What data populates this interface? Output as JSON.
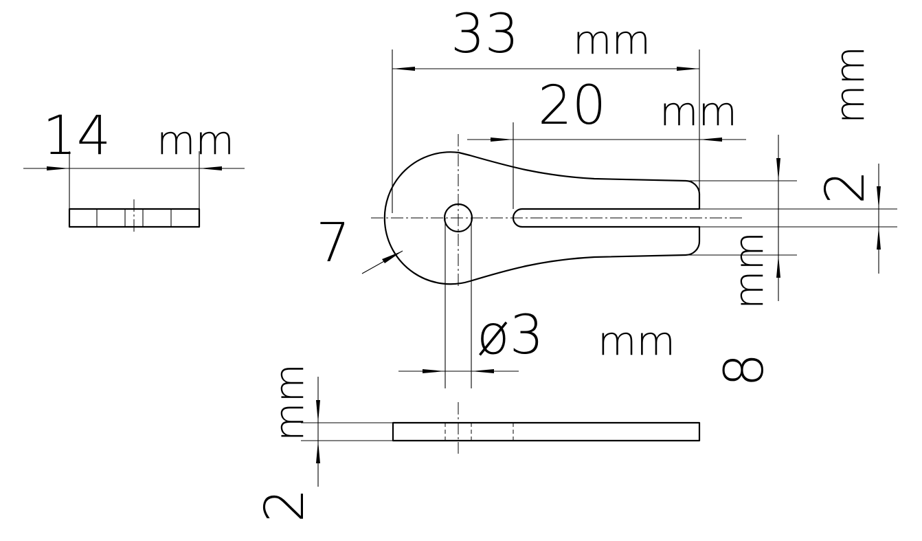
{
  "dimensions": {
    "width_14": {
      "value": "14",
      "unit": "mm"
    },
    "length_33": {
      "value": "33",
      "unit": "mm"
    },
    "slot_length_20": {
      "value": "20",
      "unit": "mm"
    },
    "slot_width_2": {
      "value": "2",
      "unit": "mm"
    },
    "fork_width_8": {
      "value": "8",
      "unit": "mm"
    },
    "hole_dia_3": {
      "value": "ø3",
      "unit": "mm"
    },
    "radius_7": {
      "value": "7"
    },
    "thickness_2": {
      "value": "2",
      "unit": "mm"
    }
  }
}
